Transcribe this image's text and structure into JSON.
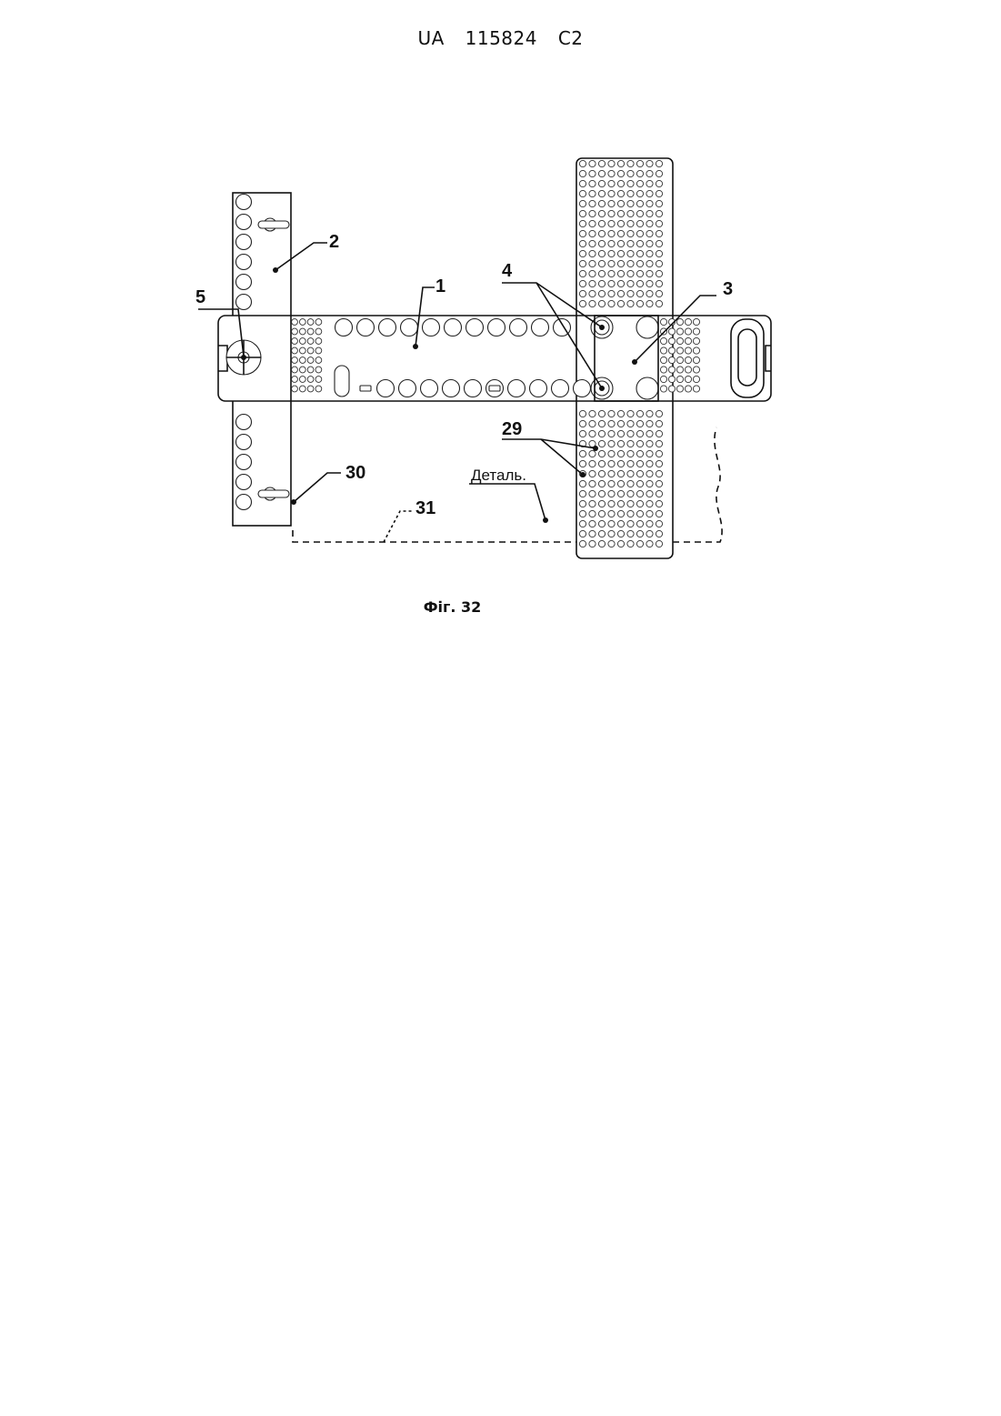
{
  "header": {
    "country_code": "UA",
    "patent_number": "115824",
    "kind_code": "C2"
  },
  "figure": {
    "caption": "Фіг. 32",
    "labels": {
      "part_1": "1",
      "part_2": "2",
      "part_3": "3",
      "part_4": "4",
      "part_5": "5",
      "part_29": "29",
      "part_30": "30",
      "part_31": "31",
      "workpiece": "Деталь."
    }
  }
}
